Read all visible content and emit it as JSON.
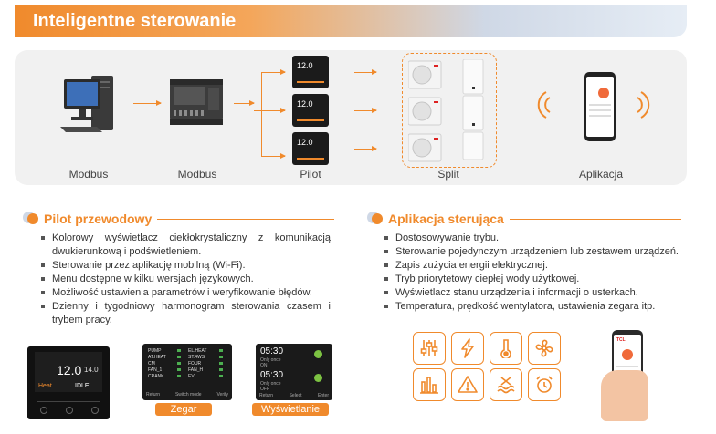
{
  "header": {
    "title": "Inteligentne sterowanie"
  },
  "diagram": {
    "labels": {
      "modbus_pc": "Modbus",
      "modbus_gateway": "Modbus",
      "pilot": "Pilot",
      "split": "Split",
      "app": "Aplikacja"
    },
    "controller_display": "12.0"
  },
  "wired_remote": {
    "title": "Pilot przewodowy",
    "bullets": [
      "Kolorowy wyświetlacz ciekłokrystaliczny z komunikacją dwukierunkową i podświetleniem.",
      "Sterowanie przez aplikację mobilną (Wi-Fi).",
      "Menu dostępne w kilku wersjach językowych.",
      "Możliwość ustawienia parametrów i weryfikowanie błędów.",
      "Dzienny i tygodniowy harmonogram sterowania czasem i trybem pracy."
    ],
    "captions": {
      "clock": "Zegar",
      "display": "Wyświetlanie"
    },
    "screen1": {
      "temp": "12.0",
      "temp_small": "14.0",
      "mode": "Heat",
      "status": "IDLE"
    },
    "screen2": {
      "left": [
        "PUMP",
        "AT.HEAT",
        "CM",
        "FAN_1",
        "CRANK"
      ],
      "right": [
        "EL.HEAT",
        "ST.4WS",
        "FOUR",
        "FAN_H",
        "EVI"
      ],
      "footer": [
        "Return",
        "Switch mode",
        "Verify"
      ]
    },
    "screen3": {
      "time1": "05:30",
      "sub1": "Only once",
      "state1": "ON",
      "time2": "05:30",
      "sub2": "Only once",
      "state2": "OFF",
      "footer": [
        "Return",
        "Select",
        "Enter"
      ]
    }
  },
  "app_control": {
    "title": "Aplikacja sterująca",
    "bullets": [
      "Dostosowywanie trybu.",
      "Sterowanie pojedynczym urządzeniem lub zestawem urządzeń.",
      "Zapis zużycia energii elektrycznej.",
      "Tryb priorytetowy ciepłej wody użytkowej.",
      "Wyświetlacz stanu urządzenia i informacji o usterkach.",
      "Temperatura, prędkość wentylatora, ustawienia zegara itp."
    ],
    "icons": [
      "sliders-icon",
      "lightning-icon",
      "thermometer-icon",
      "fan-icon",
      "bar-chart-icon",
      "warning-icon",
      "water-heat-icon",
      "alarm-clock-icon"
    ],
    "phone_brand": "TCL"
  },
  "colors": {
    "accent": "#f08a2c",
    "light_blue": "#cfd8e6",
    "panel": "#f1f1f1"
  }
}
